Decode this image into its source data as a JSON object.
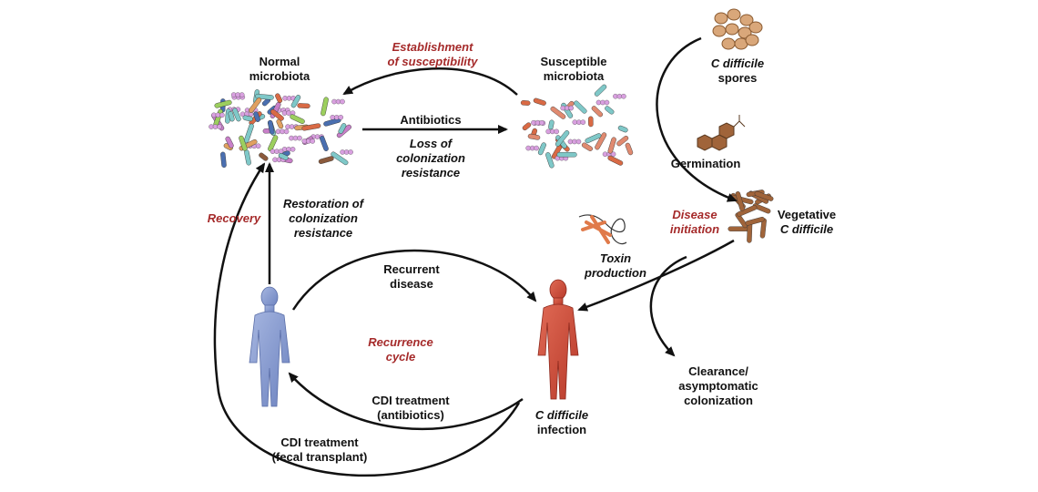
{
  "colors": {
    "accent_red": "#a52a2a",
    "arrow": "#111111",
    "healthy_person": "#7f95cc",
    "infected_person": "#c64b3a",
    "spore": "#d9a77a",
    "vegetative": "#a0643a"
  },
  "labels": {
    "normal_microbiota": [
      "Normal",
      "microbiota"
    ],
    "establishment": [
      "Establishment",
      "of susceptibility"
    ],
    "susceptible_microbiota": [
      "Susceptible",
      "microbiota"
    ],
    "spores": [
      "C difficile",
      "spores"
    ],
    "antibiotics": "Antibiotics",
    "loss_resistance": [
      "Loss of",
      "colonization",
      "resistance"
    ],
    "germination": "Germination",
    "disease_initiation": [
      "Disease",
      "initiation"
    ],
    "vegetative": [
      "Vegetative",
      "C difficile"
    ],
    "recovery": "Recovery",
    "restoration": [
      "Restoration of",
      "colonization",
      "resistance"
    ],
    "toxin_production": [
      "Toxin",
      "production"
    ],
    "recurrent_disease": [
      "Recurrent",
      "disease"
    ],
    "recurrence_cycle": [
      "Recurrence",
      "cycle"
    ],
    "cdi_treatment_antibiotics": [
      "CDI treatment",
      "(antibiotics)"
    ],
    "cdi_infection": [
      "C difficile",
      "infection"
    ],
    "cdi_treatment_fecal": [
      "CDI treatment",
      "(fecal transplant)"
    ],
    "clearance": [
      "Clearance/",
      "asymptomatic",
      "colonization"
    ]
  }
}
